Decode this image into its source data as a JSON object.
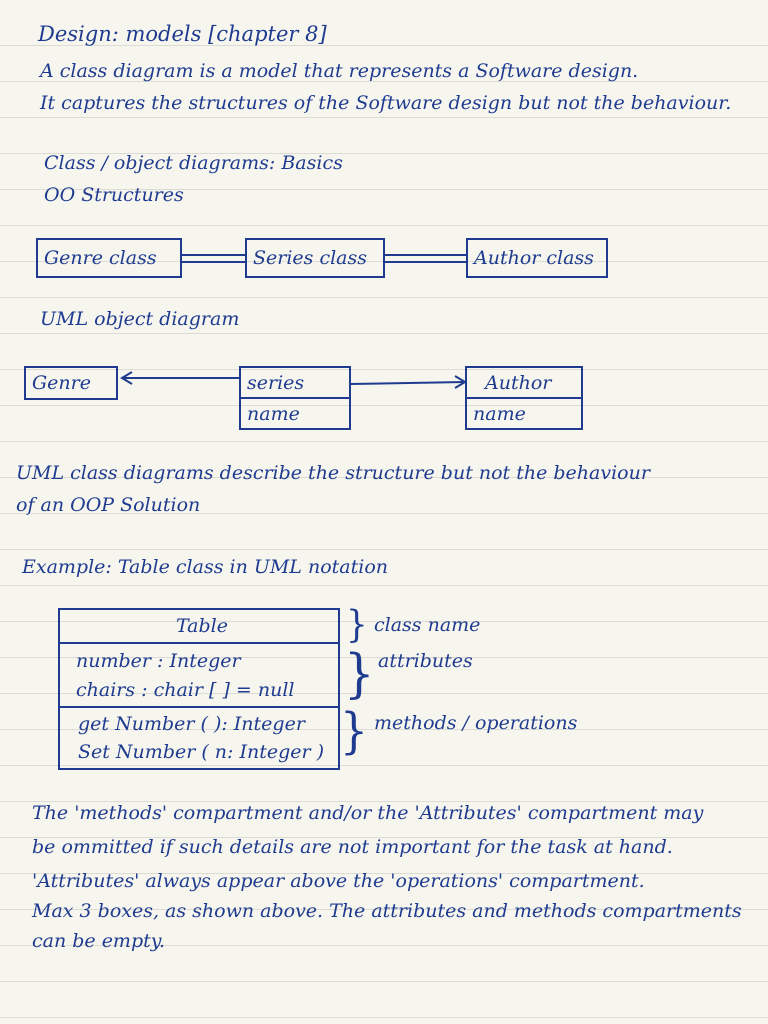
{
  "title": "Design: models [chapter 8]",
  "intro": [
    "A class diagram is a model that represents a Software design.",
    "It captures the structures of the Software design but not the behaviour."
  ],
  "basics_heading": "Class / object diagrams: Basics",
  "oo_structures": "OO Structures",
  "class_boxes": [
    "Genre class",
    "Series class",
    "Author class"
  ],
  "uml_object_heading": "UML object diagram",
  "object_diagram": {
    "genre": "Genre",
    "series": {
      "name": "series",
      "attr": "name"
    },
    "author": {
      "name": "Author",
      "attr": "name"
    }
  },
  "uml_class_desc": [
    "UML class diagrams describe the structure but not the behaviour",
    "of an OOP Solution"
  ],
  "example_heading": "Example: Table class in UML notation",
  "table_class": {
    "name": "Table",
    "attributes": [
      "number : Integer",
      "chairs : chair [ ] = null"
    ],
    "methods": [
      "get Number ( ): Integer",
      "Set Number ( n: Integer )"
    ]
  },
  "brace_labels": [
    "class name",
    "attributes",
    "methods / operations"
  ],
  "notes": [
    "The 'methods' compartment and/or the 'Attributes' compartment may",
    "be ommitted if such details are not important for the task at hand.",
    "'Attributes' always appear above the 'operations' compartment.",
    "Max 3 boxes, as shown above. The attributes and methods compartments",
    "can be empty."
  ],
  "colors": {
    "ink": "#1f3b8f",
    "paper": "#f6f6ef",
    "rule": "#dcdcd4"
  }
}
